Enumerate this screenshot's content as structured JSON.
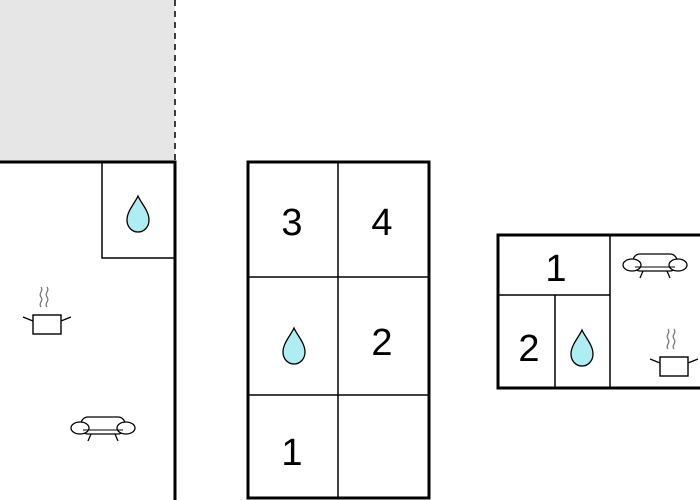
{
  "floor_plans": [
    {
      "name": "left-plan",
      "terrace": "shaded-area",
      "rooms": [
        {
          "id": "bathroom",
          "icons": [
            "water-drop-icon"
          ]
        },
        {
          "id": "living-kitchen",
          "icons": [
            "cooking-pot-icon",
            "sofa-icon"
          ]
        }
      ]
    },
    {
      "name": "middle-plan",
      "rooms": [
        {
          "label": "3"
        },
        {
          "label": "4"
        },
        {
          "icons": [
            "water-drop-icon"
          ]
        },
        {
          "label": "2"
        },
        {
          "label": "1"
        },
        {
          "label": ""
        }
      ]
    },
    {
      "name": "right-plan",
      "rooms": [
        {
          "label": "1"
        },
        {
          "label": "2"
        },
        {
          "icons": [
            "water-drop-icon"
          ]
        },
        {
          "icons": [
            "sofa-icon",
            "cooking-pot-icon"
          ]
        }
      ]
    }
  ],
  "colors": {
    "wall": "#000000",
    "terrace_fill": "#e6e6e6",
    "water": "#aeeef2"
  }
}
